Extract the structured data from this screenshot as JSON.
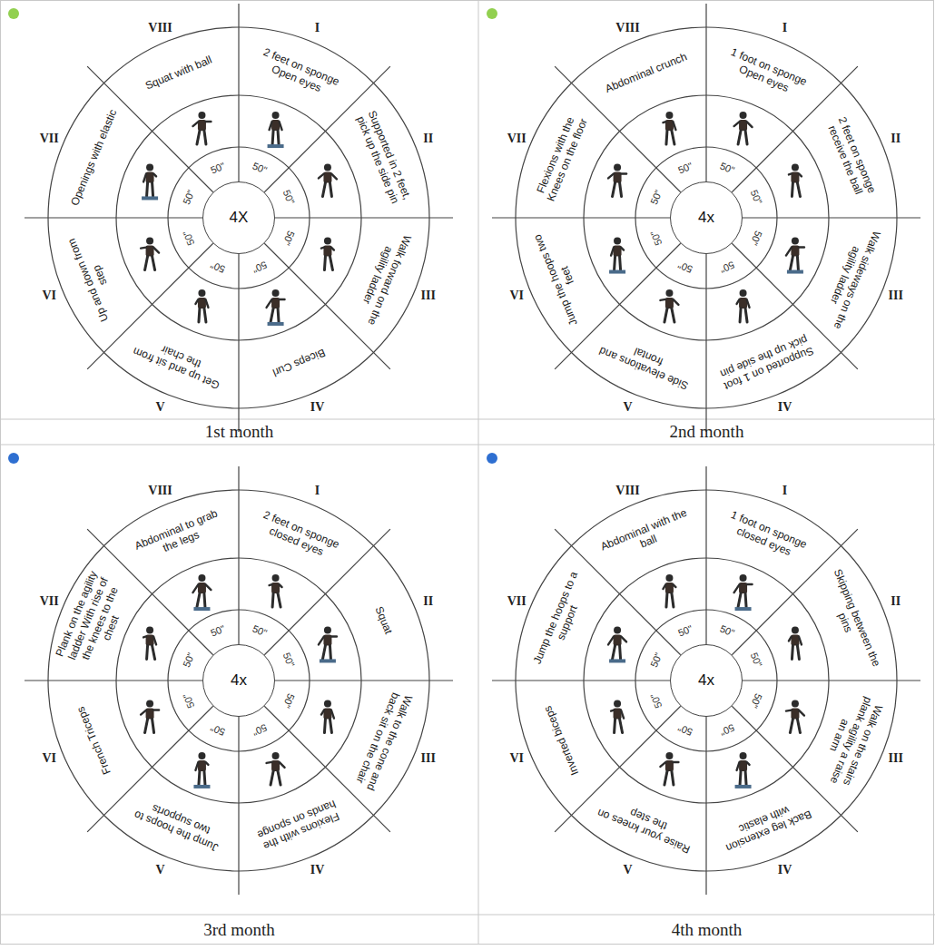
{
  "diagram": {
    "nodes": [
      {
        "text": [
          "4X"
        ]
      },
      {
        "text": [
          "4x"
        ]
      },
      {
        "text": [
          "1st month"
        ]
      },
      {
        "text": [
          "2nd month"
        ]
      },
      {
        "text": [
          "4x"
        ]
      },
      {
        "text": [
          "4x"
        ]
      },
      {
        "text": [
          "3rd month"
        ]
      },
      {
        "text": [
          "4th month"
        ]
      }
    ],
    "labels": [
      "I",
      "II",
      "III",
      "IV",
      "V",
      "VI",
      "VII",
      "VIII",
      "2 feet on sponge Open eyes",
      "Supported in 2 feet, pick up the side pin",
      "Walk forward on the agility ladder",
      "Biceps Curl",
      "Get up and sit from the chair",
      "Up and down from step",
      "Openings with elastic",
      "Squat with ball",
      "50\"",
      "50\"",
      "50\"",
      "50\"",
      "50\"",
      "50\"",
      "50\"",
      "50\"",
      "I",
      "II",
      "III",
      "IV",
      "V",
      "VI",
      "VII",
      "VIII",
      "1 foot on sponge Open eyes",
      "2 feet on sponge receive the ball",
      "Walk sideways on the agility ladder",
      "Supported on 1 foot pick up the side pin",
      "Side elevations and frontal",
      "Jump the hoops two feet",
      "Flexions with the Knees on the floor",
      "Abdominal crunch",
      "50\"",
      "50\"",
      "50\"",
      "50\"",
      "50\"",
      "50\"",
      "50\"",
      "50\"",
      "I",
      "II",
      "III",
      "IV",
      "V",
      "VI",
      "VII",
      "VIII",
      "2 feet on sponge closed eyes",
      "Squat",
      "Walk to the cone and back sit on the chair",
      "Flexions with the hands on sponge",
      "Jump the hoops to two supports",
      "French Triceps",
      "Plank on the agility ladder With rise of the knees to the chest",
      "Abdominal to grab the legs",
      "50\"",
      "50\"",
      "50\"",
      "50\"",
      "50\"",
      "50\"",
      "50\"",
      "50\"",
      "I",
      "II",
      "III",
      "IV",
      "V",
      "VI",
      "VII",
      "VIII",
      "1 foot on sponge closed eyes",
      "Skipping between the pins",
      "Walk on the stairs plank agility a raise an arm",
      "Back leg extension with elastic",
      "Raise your knees on the step",
      "Inverted biceps",
      "Jump the hoops to a support",
      "Abdominal with the ball",
      "50\"",
      "50\"",
      "50\"",
      "50\"",
      "50\"",
      "50\"",
      "50\"",
      "50\""
    ]
  }
}
